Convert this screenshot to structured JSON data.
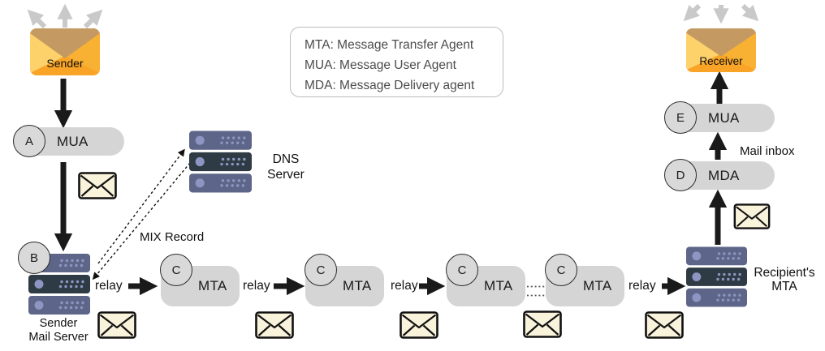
{
  "legend": {
    "lines": [
      "MTA: Message Transfer Agent",
      "MUA: Message User Agent",
      "MDA: Message Delivery agent"
    ]
  },
  "endpoints": {
    "sender": "Sender",
    "receiver": "Receiver"
  },
  "nodes": {
    "mua": {
      "letter": "A",
      "label": "MUA"
    },
    "sender_mail_server": {
      "letter": "B",
      "label": [
        "Sender",
        "Mail Server"
      ]
    },
    "dns_server": {
      "label": [
        "DNS",
        "Server"
      ]
    },
    "mta": {
      "letter": "C",
      "label": "MTA"
    },
    "recipient_mta": {
      "label": [
        "Recipient's",
        "MTA"
      ]
    },
    "mda": {
      "letter": "D",
      "label": "MDA"
    },
    "mua_receiver": {
      "letter": "E",
      "label": "MUA"
    }
  },
  "annotations": {
    "mix_record": "MIX Record",
    "relay": "relay",
    "mail_inbox": "Mail inbox"
  },
  "colors": {
    "pill_gray": "#d5d5d5",
    "server_light": "#5d6588",
    "server_dark": "#2e3a44",
    "server_accent": "#8d96c2",
    "envelope_fill": "#faf3dc",
    "mail_orange": "#f9a426",
    "mail_yellow": "#fdd26b",
    "mail_amber": "#f8b133",
    "mail_flap_tan": "#c49a62",
    "arrow_gray": "#c9c9c9",
    "arrow_black": "#1a1a1a"
  }
}
